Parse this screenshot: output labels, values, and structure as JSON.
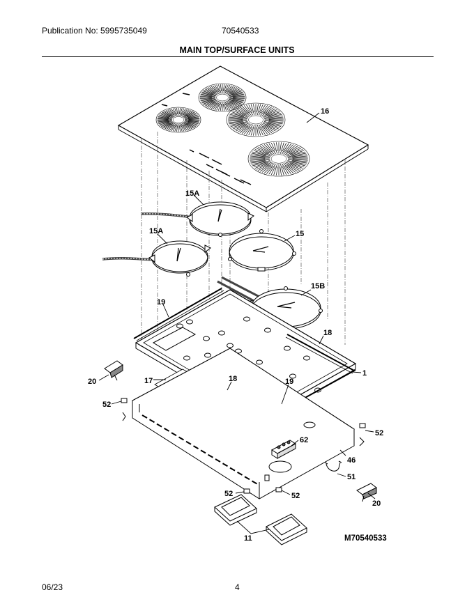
{
  "header": {
    "publication": "Publication No: 5995735049",
    "model": "70540533",
    "title": "MAIN TOP/SURFACE UNITS"
  },
  "footer": {
    "date": "06/23",
    "page": "4"
  },
  "drawing_id": "M70540533",
  "callouts": {
    "glass_top": "16",
    "element_15a_upper": "15A",
    "element_15a_lower": "15A",
    "element_15": "15",
    "element_15b": "15B",
    "gasket_19_upper": "19",
    "gasket_18_right": "18",
    "frame_1": "1",
    "leveler_20_left": "20",
    "insulation_17": "17",
    "gasket_18_center": "18",
    "gasket_19_lower": "19",
    "clip_52_left": "52",
    "clip_52_right": "52",
    "terminal_62": "62",
    "box_46": "46",
    "clamp_51": "51",
    "leveler_20_right": "20",
    "clip_52_bottom_left": "52",
    "clip_52_bottom_right": "52",
    "bracket_11": "11"
  }
}
